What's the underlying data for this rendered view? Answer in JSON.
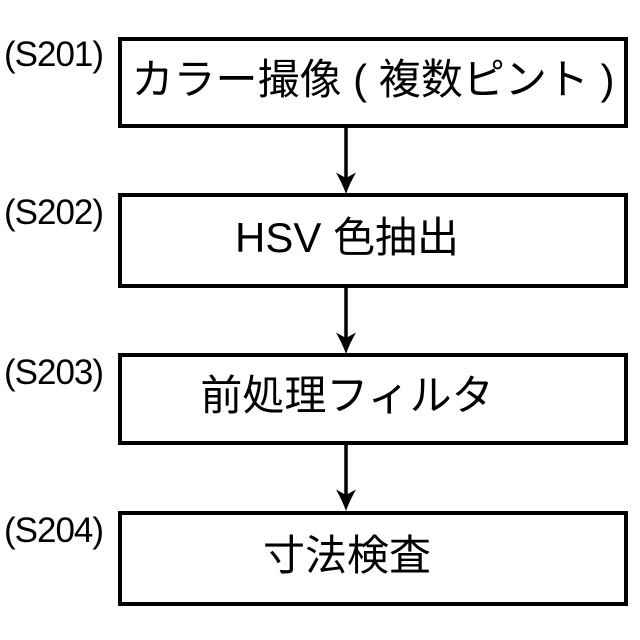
{
  "figure": {
    "type": "flowchart",
    "background_color": "#ffffff",
    "stroke_color": "#000000",
    "text_color": "#000000",
    "steps": [
      {
        "id": "(S201)",
        "label": "カラー撮像 ( 複数ピント )"
      },
      {
        "id": "(S202)",
        "label": "HSV 色抽出"
      },
      {
        "id": "(S203)",
        "label": "前処理フィルタ"
      },
      {
        "id": "(S204)",
        "label": "寸法検査"
      }
    ],
    "connectors": [
      {
        "from": "(S201)",
        "to": "(S202)",
        "direction": "down"
      },
      {
        "from": "(S202)",
        "to": "(S203)",
        "direction": "down"
      },
      {
        "from": "(S203)",
        "to": "(S204)",
        "direction": "down"
      }
    ]
  }
}
